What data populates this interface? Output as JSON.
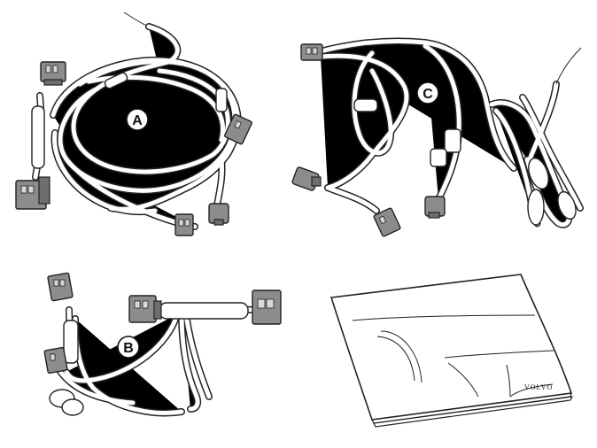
{
  "labels": {
    "a": "A",
    "b": "B",
    "c": "C"
  },
  "manual": {
    "brand": "VOLVO"
  },
  "colors": {
    "line": "#222222",
    "connector": "#8c8c8c",
    "background": "#ffffff"
  }
}
